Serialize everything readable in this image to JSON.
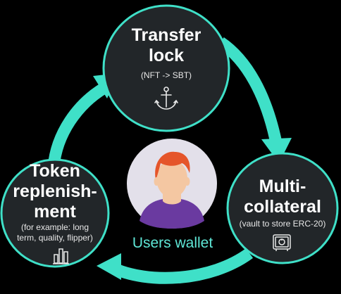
{
  "nodes": {
    "transfer": {
      "title_line1": "Transfer",
      "title_line2": "lock",
      "subtitle": "(NFT -> SBT)",
      "icon": "anchor-icon"
    },
    "multi": {
      "title_line1": "Multi-",
      "title_line2": "collateral",
      "subtitle": "(vault to store ERC-20)",
      "icon": "safe-icon"
    },
    "token": {
      "title_line1": "Token",
      "title_line2": "replenish-",
      "title_line3": "ment",
      "subtitle_line1": "(for example: long",
      "subtitle_line2": "term, quality, flipper)",
      "icon": "bar-chart-icon"
    }
  },
  "center": {
    "label": "Users wallet",
    "icon": "user-avatar"
  },
  "colors": {
    "background": "#000000",
    "circle_fill": "#222629",
    "accent": "#3fe0c8",
    "avatar_bg": "#e3e0ea",
    "shirt": "#6a3aa0",
    "hair": "#e5552a",
    "skin": "#f4c7a2"
  }
}
